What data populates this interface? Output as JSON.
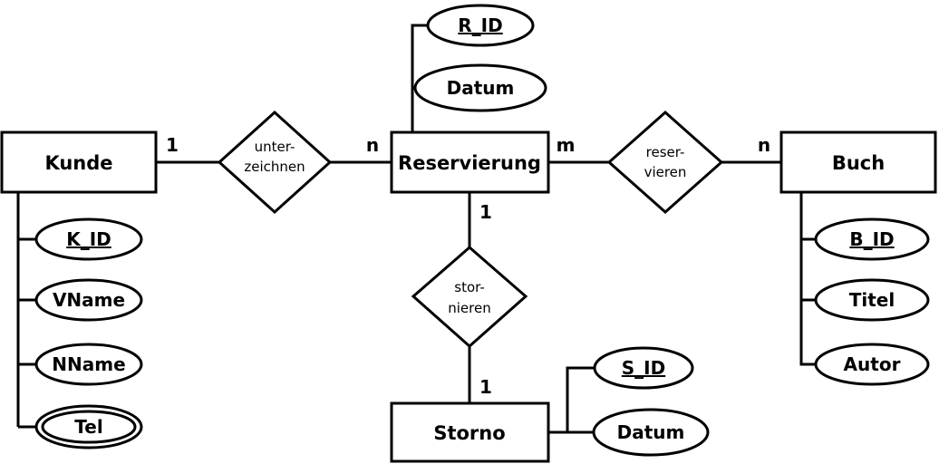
{
  "entities": {
    "kunde": "Kunde",
    "reservierung": "Reservierung",
    "buch": "Buch",
    "storno": "Storno"
  },
  "relationships": {
    "unterzeichnen": [
      "unter-",
      "zeichnen"
    ],
    "reservieren": [
      "reser-",
      "vieren"
    ],
    "stornieren": [
      "stor-",
      "nieren"
    ]
  },
  "attributes": {
    "kunde": [
      "K_ID",
      "VName",
      "NName",
      "Tel"
    ],
    "reservierung": [
      "R_ID",
      "Datum"
    ],
    "buch": [
      "B_ID",
      "Titel",
      "Autor"
    ],
    "storno": [
      "S_ID",
      "Datum"
    ]
  },
  "cardinalities": {
    "kunde_unterzeichnen": "1",
    "reservierung_unterzeichnen": "n",
    "reservierung_reservieren": "m",
    "buch_reservieren": "n",
    "reservierung_stornieren": "1",
    "storno_stornieren": "1"
  },
  "keys": [
    "K_ID",
    "R_ID",
    "B_ID",
    "S_ID"
  ],
  "multivalued": [
    "Tel"
  ]
}
